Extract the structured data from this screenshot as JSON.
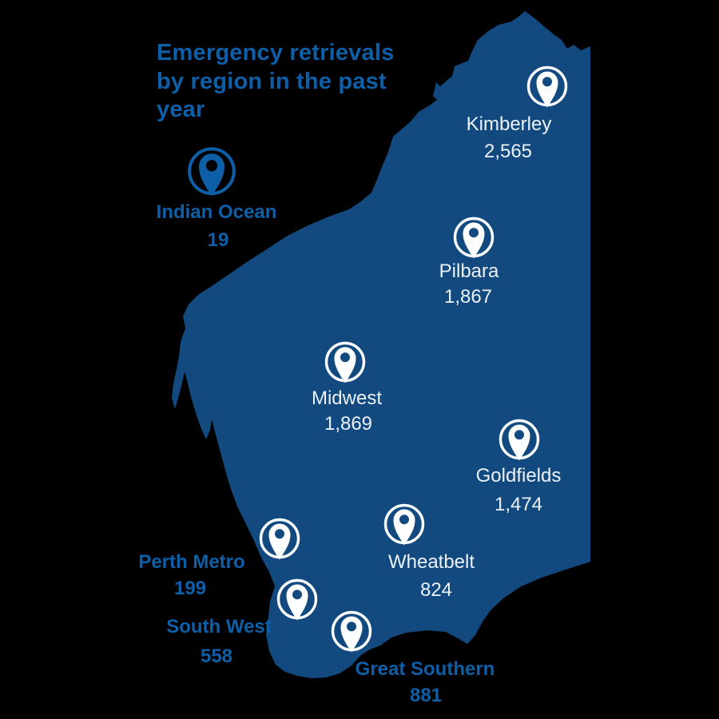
{
  "title": "Emergency retrievals by region in the past year",
  "colors": {
    "background": "#000000",
    "map_fill": "#124A80",
    "accent_blue": "#0D5FA8",
    "label_on_map": "#ECF1F7",
    "pin_white": "#FFFFFF"
  },
  "regions": [
    {
      "id": "kimberley",
      "label": "Kimberley",
      "value": "2,565",
      "placement": "on-map"
    },
    {
      "id": "indian-ocean",
      "label": "Indian Ocean",
      "value": "19",
      "placement": "off-map"
    },
    {
      "id": "pilbara",
      "label": "Pilbara",
      "value": "1,867",
      "placement": "on-map"
    },
    {
      "id": "midwest",
      "label": "Midwest",
      "value": "1,869",
      "placement": "on-map"
    },
    {
      "id": "goldfields",
      "label": "Goldfields",
      "value": "1,474",
      "placement": "on-map"
    },
    {
      "id": "wheatbelt",
      "label": "Wheatbelt",
      "value": "824",
      "placement": "on-map"
    },
    {
      "id": "perth-metro",
      "label": "Perth Metro",
      "value": "199",
      "placement": "off-map"
    },
    {
      "id": "south-west",
      "label": "South West",
      "value": "558",
      "placement": "off-map"
    },
    {
      "id": "great-southern",
      "label": "Great Southern",
      "value": "881",
      "placement": "off-map"
    }
  ],
  "chart_data": {
    "type": "table",
    "title": "Emergency retrievals by region in the past year",
    "categories": [
      "Kimberley",
      "Indian Ocean",
      "Pilbara",
      "Midwest",
      "Goldfields",
      "Wheatbelt",
      "Perth Metro",
      "South West",
      "Great Southern"
    ],
    "values": [
      2565,
      19,
      1867,
      1869,
      1474,
      824,
      199,
      558,
      881
    ]
  }
}
